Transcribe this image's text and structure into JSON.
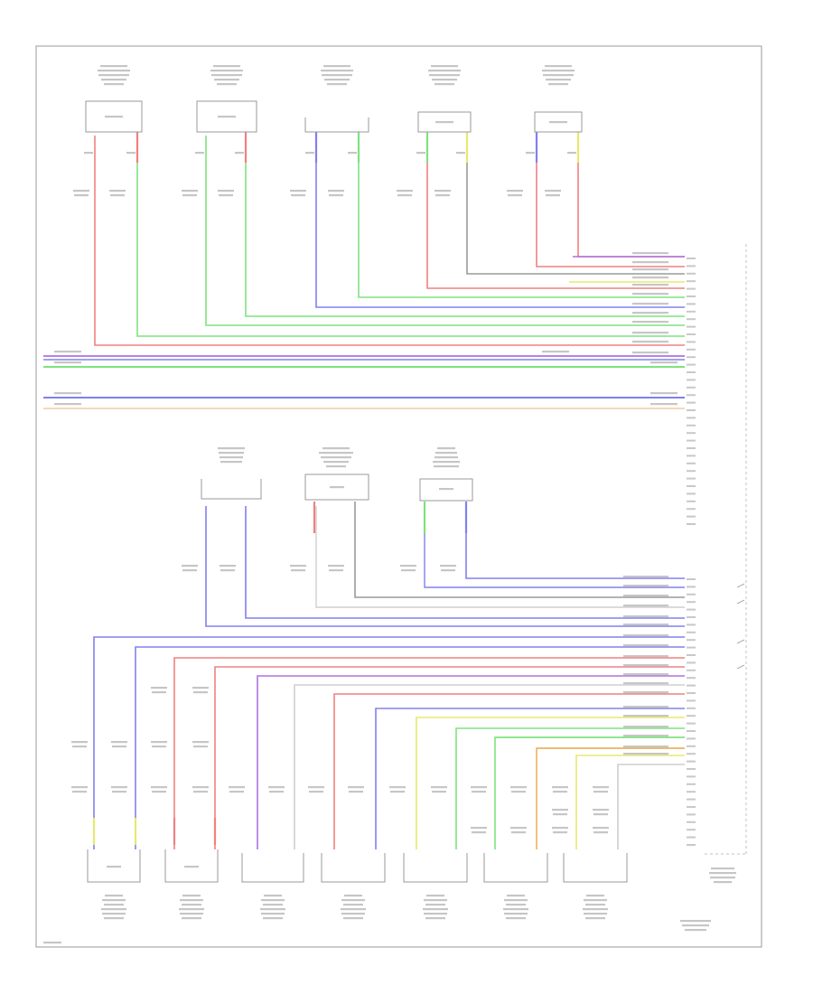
{
  "colors": {
    "green": "#7ee37e",
    "red": "#f08080",
    "blue": "#8080f0",
    "yellow": "#e8e870",
    "orange": "#f0b060",
    "gray": "#9a9a9a",
    "violet": "#b070e0",
    "peach": "#f6d8b8",
    "ltgray": "#cfcfcf",
    "frame": "#9a9a9a"
  },
  "diagram": {
    "figure_code": "",
    "unit_label": "",
    "note": ""
  },
  "components_top": [
    {
      "id": "seat-belt-buckle-switch-lh"
    },
    {
      "id": "seat-belt-pretensioner-lh"
    },
    {
      "id": "occupant-position-sensor"
    },
    {
      "id": "seat-belt-buckle-switch-rh"
    },
    {
      "id": "seat-belt-pretensioner-rh"
    }
  ],
  "components_middle": [
    {
      "id": "passenger-airbag-indicator"
    },
    {
      "id": "seat-weight-sensor"
    },
    {
      "id": "seat-track-sensor"
    }
  ],
  "components_bottom": [
    {
      "id": "lh-front-impact-sensor"
    },
    {
      "id": "rh-front-impact-sensor"
    },
    {
      "id": "lh-side-impact-sensor"
    },
    {
      "id": "roll-over-sensor"
    },
    {
      "id": "rh-side-impact-sensor"
    },
    {
      "id": "lh-curtain-sensor"
    },
    {
      "id": "rh-curtain-sensor"
    }
  ]
}
